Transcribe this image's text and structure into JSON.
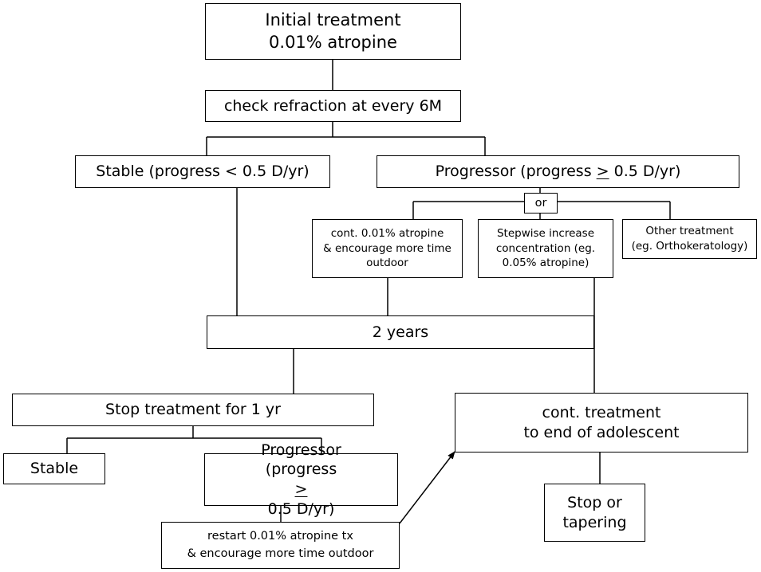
{
  "nodes": {
    "initial_treatment": {
      "line1": "Initial treatment",
      "line2": "0.01% atropine"
    },
    "check_refraction": {
      "label": "check refraction at every 6M"
    },
    "stable": {
      "label": "Stable (progress < 0.5 D/yr)"
    },
    "progressor": {
      "before": "Progressor (progress ",
      "ge": ">",
      "after": " 0.5 D/yr)"
    },
    "or": {
      "label": "or"
    },
    "cont_atropine": {
      "line1": "cont. 0.01% atropine",
      "line2": "& encourage more time",
      "line3": "outdoor"
    },
    "stepwise": {
      "line1": "Stepwise increase",
      "line2": "concentration (eg.",
      "line3": "0.05% atropine)"
    },
    "other_treatment": {
      "line1": "Other treatment",
      "line2": "(eg. Orthokeratology)"
    },
    "two_years": {
      "label": "2 years"
    },
    "stop_treatment": {
      "label": "Stop treatment for 1 yr"
    },
    "cont_treatment": {
      "line1": "cont. treatment",
      "line2": "to end of adolescent"
    },
    "stable2": {
      "label": "Stable"
    },
    "progressor2": {
      "line1": "Progressor",
      "before": "(progress ",
      "ge": ">",
      "after": " 0.5 D/yr)"
    },
    "stop_tapering": {
      "line1": "Stop or",
      "line2": "tapering"
    },
    "restart": {
      "line1": "restart 0.01% atropine tx",
      "line2": "& encourage more time outdoor"
    }
  }
}
